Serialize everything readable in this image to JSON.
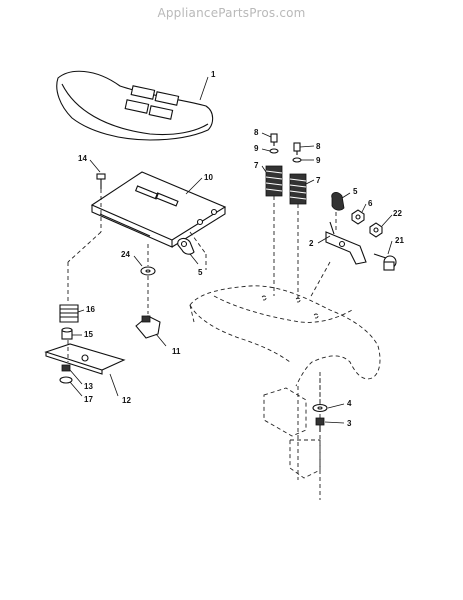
{
  "watermark": "AppliancePartsPros.com",
  "callouts": {
    "seat": "1",
    "seat_pan": "10",
    "bolt_14": "14",
    "washer_24": "24",
    "clip_5a": "5",
    "pivot_11": "11",
    "spring_16": "16",
    "bushing_15": "15",
    "bracket_12": "12",
    "nut_13": "13",
    "washer_17": "17",
    "screw_8a": "8",
    "screw_8b": "8",
    "washer_9a": "9",
    "washer_9b": "9",
    "spring_7a": "7",
    "spring_7b": "7",
    "clip_5b": "5",
    "nut_6": "6",
    "bracket_2": "2",
    "nut_22": "22",
    "knob_21": "21",
    "washer_4": "4",
    "screw_3": "3"
  }
}
